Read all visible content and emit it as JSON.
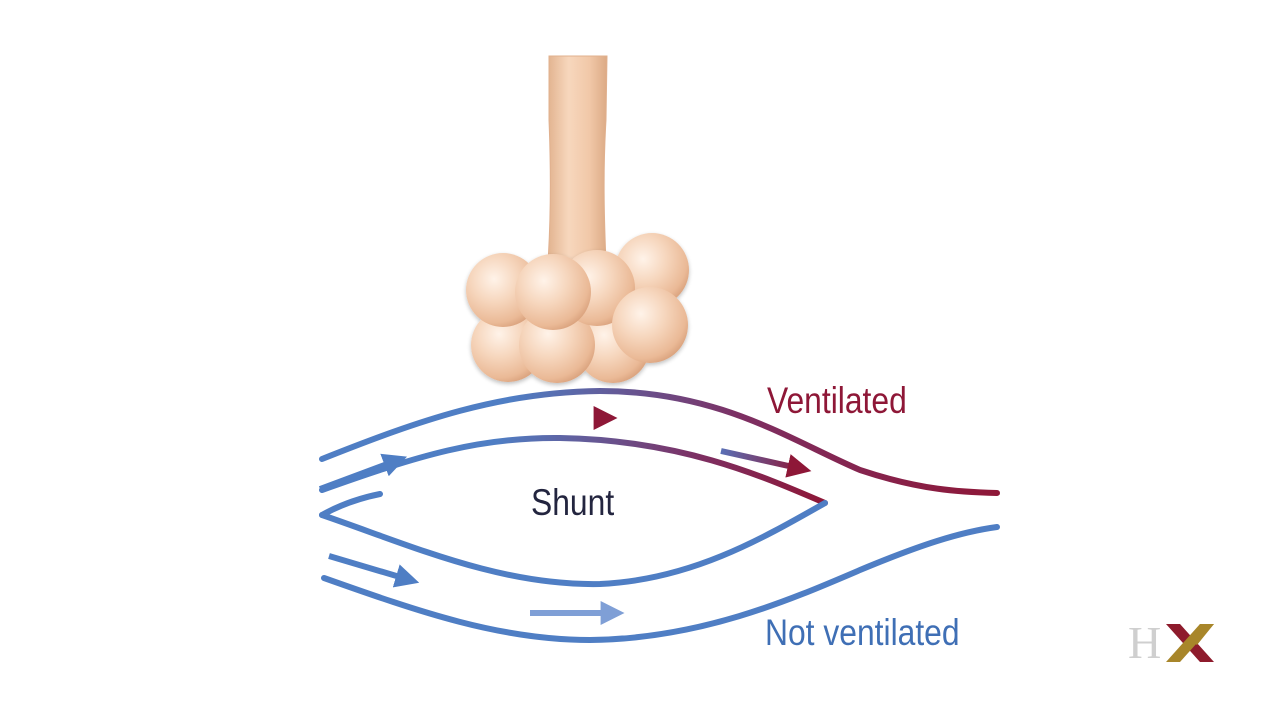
{
  "labels": {
    "ventilated": "Ventilated",
    "shunt": "Shunt",
    "not_ventilated": "Not ventilated"
  },
  "logo": {
    "h_letter": "H"
  },
  "colors": {
    "oxygenated": "#8e1737",
    "deoxygenated": "#4f7ec4",
    "shunt_text": "#23253f",
    "alveoli": "#f3cdb0",
    "logo_gold": "#a8862a",
    "logo_red": "#8e1b2c"
  }
}
